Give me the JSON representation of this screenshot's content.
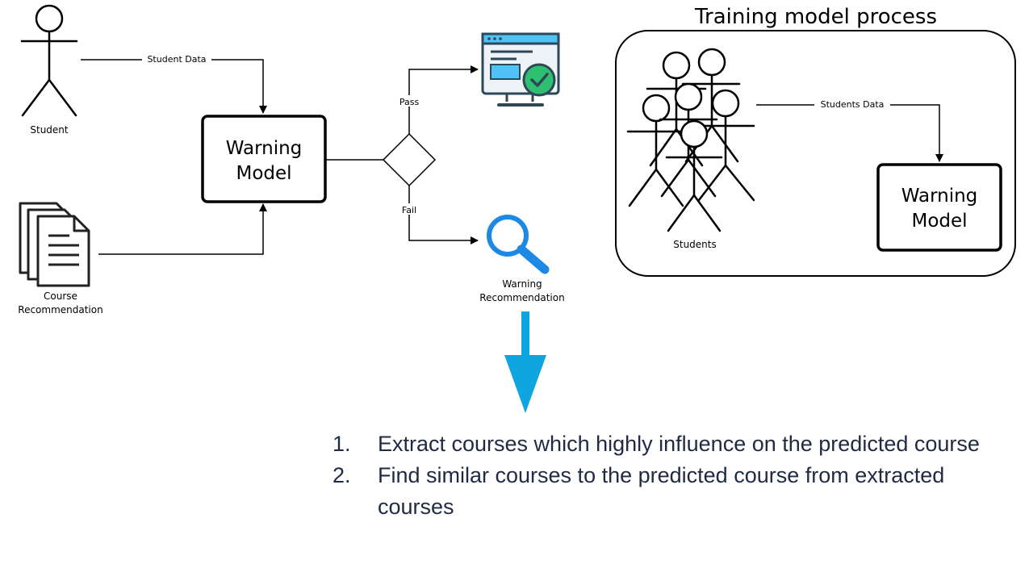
{
  "diagram": {
    "student_label": "Student",
    "student_data_label": "Student Data",
    "course_rec_label_line1": "Course",
    "course_rec_label_line2": "Recommendation",
    "warning_model_line1": "Warning",
    "warning_model_line2": "Model",
    "pass_label": "Pass",
    "fail_label": "Fail",
    "warning_rec_line1": "Warning",
    "warning_rec_line2": "Recommendation",
    "training_title": "Training model process",
    "students_label": "Students",
    "students_data_label": "Students Data",
    "training_model_line1": "Warning",
    "training_model_line2": "Model"
  },
  "steps": [
    {
      "num": "1.",
      "text": "Extract courses which highly influence on the predicted course"
    },
    {
      "num": "2.",
      "text": "Find similar courses to the predicted course from extracted courses"
    }
  ],
  "colors": {
    "arrow_blue": "#0ea5e1",
    "search_blue": "#1e88e5",
    "check_green": "#2fbf71",
    "monitor_blue": "#4fc3f7",
    "text_dark": "#1f2a44"
  }
}
